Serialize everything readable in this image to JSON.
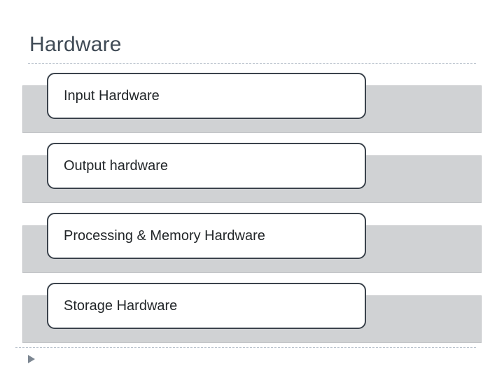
{
  "slide": {
    "title": "Hardware",
    "bullet_marker_icon": "triangle-right-icon",
    "accent_color": "#3f4a55",
    "bar_color": "#d0d2d4",
    "box_border_color": "#3b434c",
    "rule_color": "#b9c2cc",
    "items": [
      {
        "label": "Input Hardware"
      },
      {
        "label": "Output hardware"
      },
      {
        "label": "Processing & Memory Hardware"
      },
      {
        "label": "Storage Hardware"
      }
    ]
  }
}
